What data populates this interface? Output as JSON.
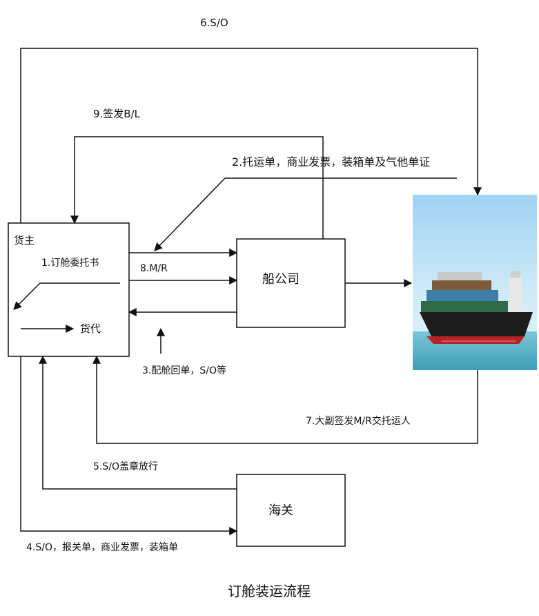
{
  "nodes": {
    "shipper": "货主",
    "forwarder": "货代",
    "carrier": "船公司",
    "customs": "海关"
  },
  "edges": {
    "e1": "1.订舱委托书",
    "e2": "2.托运单，商业发票，装箱单及气他单证",
    "e3": "3.配舱回单，S/O等",
    "e4": "4.S/O，报关单，商业发票，装箱单",
    "e5": "5.S/O盖章放行",
    "e6": "6.S/O",
    "e7": "7.大副签发M/R交托运人",
    "e8": "8.M/R",
    "e9": "9.签发B/L"
  },
  "caption": "订舱装运流程",
  "ship_image": {
    "icon": "container-ship-photo",
    "colors": {
      "sky": "#bfe3f7",
      "sea": "#5fb3c9",
      "hull": "#1c1c1c",
      "hull_bottom": "#b8232a"
    }
  }
}
